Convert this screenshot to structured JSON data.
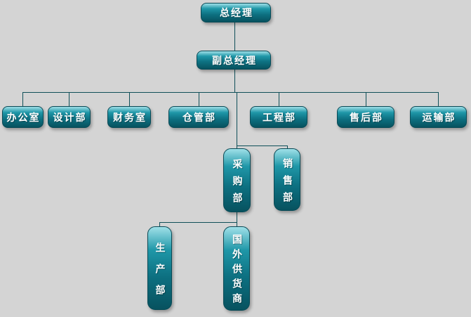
{
  "diagram": {
    "type": "org-chart",
    "org_tree": {
      "label": "总经理",
      "children": [
        {
          "label": "副总经理",
          "children": [
            {
              "label": "办公室"
            },
            {
              "label": "设计部"
            },
            {
              "label": "财务室"
            },
            {
              "label": "仓管部"
            },
            {
              "label": "工程部"
            },
            {
              "label": "售后部"
            },
            {
              "label": "运输部"
            },
            {
              "label": "采购部",
              "children": [
                {
                  "label": "生产部"
                },
                {
                  "label": "国外供货商"
                }
              ]
            },
            {
              "label": "销售部"
            }
          ]
        }
      ]
    }
  },
  "colors": {
    "background": "#d4d4d4",
    "line_color": "#0f4f58",
    "box_border": "#0a4a56",
    "box_top": "#9fe0e8",
    "box_mid": "#1f97a8",
    "box_bottom": "#07525f",
    "text_color": "#ffffff"
  }
}
